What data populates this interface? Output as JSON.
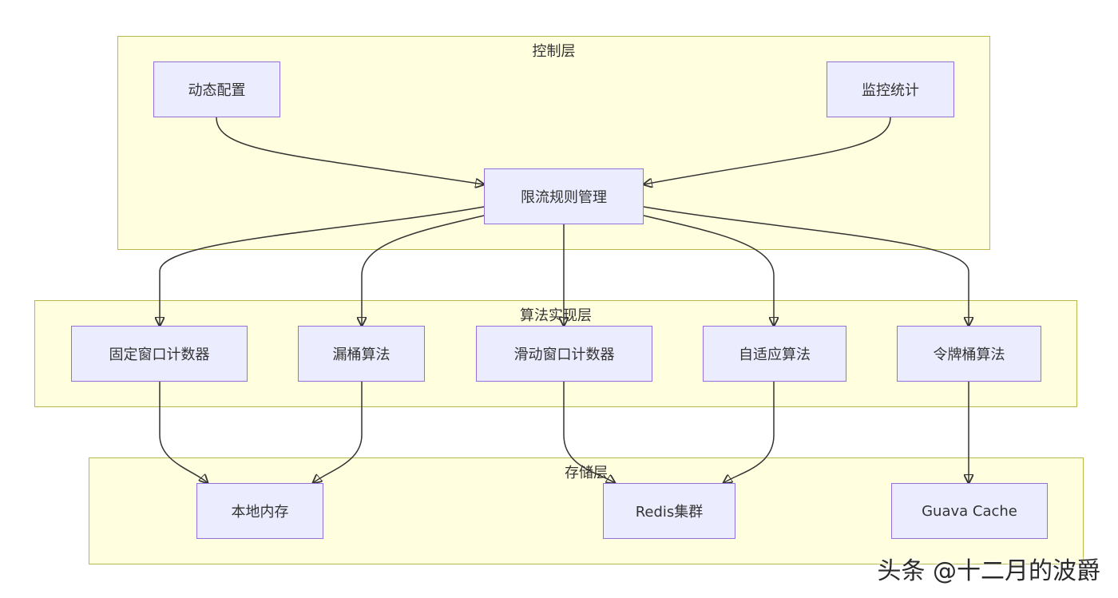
{
  "layers": {
    "control": "控制层",
    "algorithm": "算法实现层",
    "storage": "存储层"
  },
  "nodes": {
    "dynamic_config": "动态配置",
    "monitor_stats": "监控统计",
    "rule_mgmt": "限流规则管理",
    "fixed_window": "固定窗口计数器",
    "leaky_bucket": "漏桶算法",
    "sliding_window": "滑动窗口计数器",
    "adaptive": "自适应算法",
    "token_bucket": "令牌桶算法",
    "local_memory": "本地内存",
    "redis_cluster": "Redis集群",
    "guava_cache": "Guava Cache"
  },
  "edges": [
    {
      "from": "dynamic_config",
      "to": "rule_mgmt"
    },
    {
      "from": "monitor_stats",
      "to": "rule_mgmt"
    },
    {
      "from": "rule_mgmt",
      "to": "fixed_window"
    },
    {
      "from": "rule_mgmt",
      "to": "leaky_bucket"
    },
    {
      "from": "rule_mgmt",
      "to": "sliding_window"
    },
    {
      "from": "rule_mgmt",
      "to": "adaptive"
    },
    {
      "from": "rule_mgmt",
      "to": "token_bucket"
    },
    {
      "from": "fixed_window",
      "to": "local_memory"
    },
    {
      "from": "leaky_bucket",
      "to": "local_memory"
    },
    {
      "from": "sliding_window",
      "to": "redis_cluster"
    },
    {
      "from": "adaptive",
      "to": "redis_cluster"
    },
    {
      "from": "token_bucket",
      "to": "guava_cache"
    }
  ],
  "watermark": "头条 @十二月的波爵",
  "colors": {
    "layer_fill": "#fffede",
    "layer_border": "#b9b94a",
    "node_fill": "#ececff",
    "node_border": "#9370db",
    "edge": "#333333"
  }
}
